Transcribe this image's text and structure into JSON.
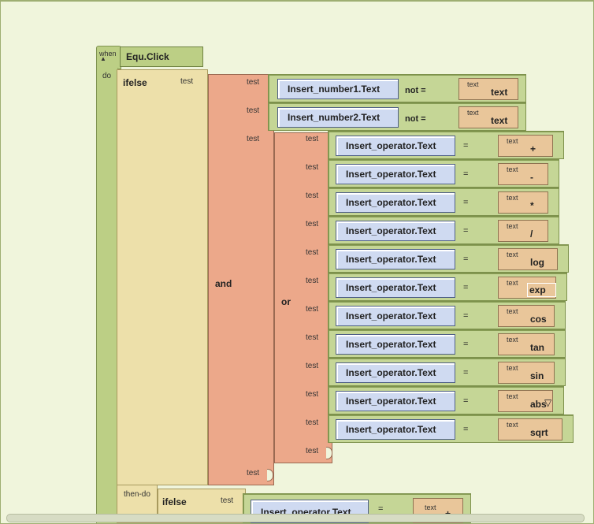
{
  "event": {
    "when_label": "when",
    "name": "Equ.Click",
    "do_label": "do"
  },
  "ifelse": {
    "label": "ifelse",
    "test_label": "test",
    "thendo_label": "then-do"
  },
  "and_block": {
    "label": "and",
    "test_label": "test"
  },
  "or_block": {
    "label": "or",
    "test_label": "test"
  },
  "not_checks": [
    {
      "component": "Insert_number1.Text",
      "op": "not =",
      "text_label": "text",
      "text_value": "text"
    },
    {
      "component": "Insert_number2.Text",
      "op": "not =",
      "text_label": "text",
      "text_value": "text"
    }
  ],
  "operator_checks": [
    {
      "component": "Insert_operator.Text",
      "op": "=",
      "text_label": "text",
      "text_value": "+"
    },
    {
      "component": "Insert_operator.Text",
      "op": "=",
      "text_label": "text",
      "text_value": "-"
    },
    {
      "component": "Insert_operator.Text",
      "op": "=",
      "text_label": "text",
      "text_value": "*"
    },
    {
      "component": "Insert_operator.Text",
      "op": "=",
      "text_label": "text",
      "text_value": "/"
    },
    {
      "component": "Insert_operator.Text",
      "op": "=",
      "text_label": "text",
      "text_value": "log"
    },
    {
      "component": "Insert_operator.Text",
      "op": "=",
      "text_label": "text",
      "text_value": "exp"
    },
    {
      "component": "Insert_operator.Text",
      "op": "=",
      "text_label": "text",
      "text_value": "cos"
    },
    {
      "component": "Insert_operator.Text",
      "op": "=",
      "text_label": "text",
      "text_value": "tan"
    },
    {
      "component": "Insert_operator.Text",
      "op": "=",
      "text_label": "text",
      "text_value": "sin"
    },
    {
      "component": "Insert_operator.Text",
      "op": "=",
      "text_label": "text",
      "text_value": "abs"
    },
    {
      "component": "Insert_operator.Text",
      "op": "=",
      "text_label": "text",
      "text_value": "sqrt"
    }
  ],
  "nested_ifelse": {
    "label": "ifelse",
    "test_label": "test",
    "check": {
      "component": "Insert_operator.Text",
      "op": "=",
      "text_label": "text",
      "text_value": "+"
    }
  },
  "dropdown_glyph": "▽"
}
